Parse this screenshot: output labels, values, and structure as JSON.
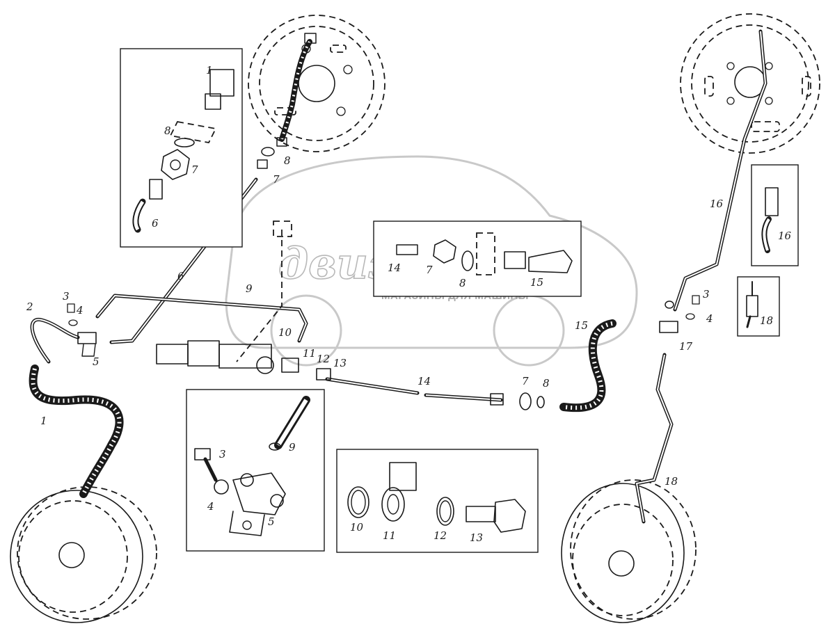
{
  "watermark": {
    "brand": "движком",
    "tagline": "МАГАЗИНЫ ДЛЯ МАШИНЫ"
  },
  "callouts": {
    "n1": "1",
    "n2": "2",
    "n3": "3",
    "n4": "4",
    "n5": "5",
    "n6": "6",
    "n7": "7",
    "n8": "8",
    "n9": "9",
    "n10": "10",
    "n11": "11",
    "n12": "12",
    "n13": "13",
    "n14": "14",
    "n15": "15",
    "n16": "16",
    "n17": "17",
    "n18": "18"
  },
  "colors": {
    "ink": "#1a1a1a",
    "watermark": "#b8b8b8",
    "background": "#ffffff"
  }
}
